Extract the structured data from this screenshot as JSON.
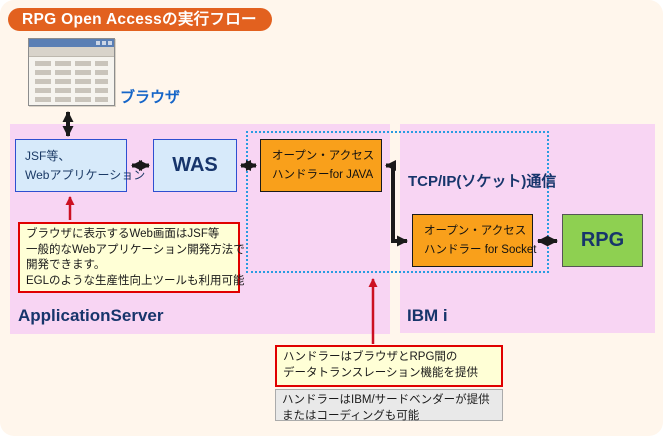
{
  "title": "RPG Open Accessの実行フロー",
  "browser": {
    "label": "ブラウザ"
  },
  "regions": {
    "app_server": {
      "label": "ApplicationServer"
    },
    "ibm_i": {
      "label": "IBM i"
    }
  },
  "boxes": {
    "jsf": {
      "lines": [
        "JSF等、",
        "Webアプリケーション"
      ]
    },
    "was": {
      "label": "WAS"
    },
    "handler_java": {
      "lines": [
        "オープン・アクセス",
        "ハンドラーfor JAVA"
      ]
    },
    "handler_socket": {
      "lines": [
        "オープン・アクセス",
        "ハンドラー for Socket"
      ]
    },
    "rpg": {
      "label": "RPG"
    }
  },
  "labels": {
    "tcpip": "TCP/IP(ソケット)通信"
  },
  "notes": {
    "web_dev": {
      "lines": [
        "ブラウザに表示するWeb画面はJSF等",
        "一般的なWebアプリケーション開発方法で",
        "開発できます。",
        "EGLのような生産性向上ツールも利用可能"
      ]
    },
    "handler_role": {
      "lines": [
        "ハンドラーはブラウザとRPG間の",
        "データトランスレーション機能を提供"
      ]
    },
    "handler_provider": {
      "lines": [
        "ハンドラーはIBM/サードベンダーが提供",
        "またはコーディングも可能"
      ]
    }
  },
  "colors": {
    "canvas_bg": "#fff6ec",
    "badge_orange": "#e2611f",
    "pink_region": "#f8d5f3",
    "blue_box_fill": "#d7eafa",
    "blue_box_border": "#2e4fd0",
    "orange_box": "#f9a01b",
    "green_box": "#8ed051",
    "navy_text": "#17356b",
    "dashed_border": "#2a9ce0",
    "note_yellow": "#ffffd6",
    "note_red_border": "#e00000",
    "note_gray": "#e9e9e9",
    "red_arrow": "#cc1122"
  }
}
